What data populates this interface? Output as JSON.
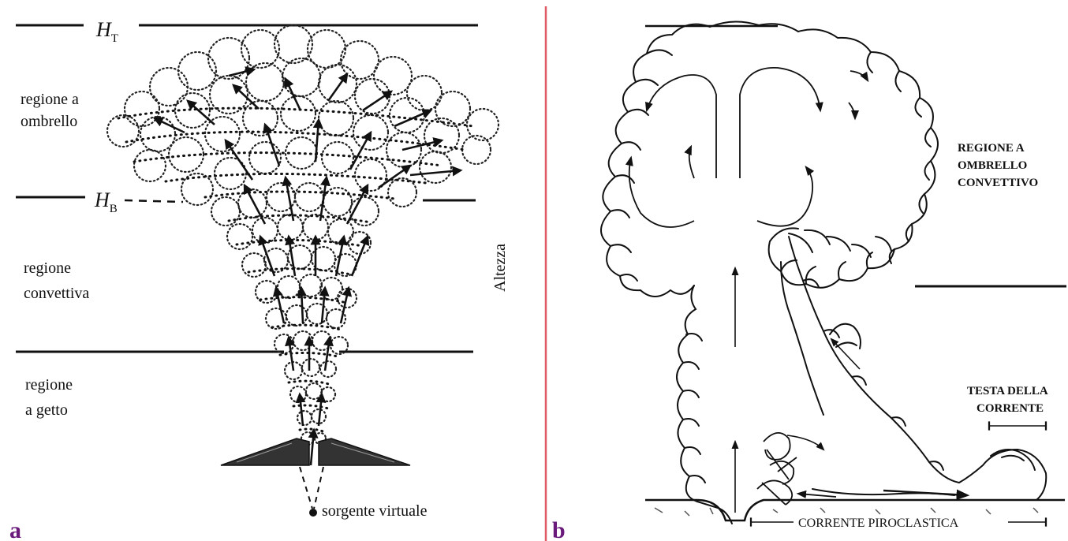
{
  "panel_a": {
    "letter": "a",
    "ht_label": "H",
    "ht_sub": "T",
    "hb_label": "H",
    "hb_sub": "B",
    "umbrella_line1": "regione a",
    "umbrella_line2": "ombrello",
    "convective_line1": "regione",
    "convective_line2": "convettiva",
    "jet_line1": "regione",
    "jet_line2": "a getto",
    "axis_label": "Altezza",
    "source_label": "sorgente virtuale"
  },
  "panel_b": {
    "letter": "b",
    "umbrella_line1": "REGIONE A",
    "umbrella_line2": "OMBRELLO",
    "umbrella_line3": "CONVETTIVO",
    "head_line1": "TESTA DELLA",
    "head_line2": "CORRENTE",
    "current_label": "CORRENTE PIROCLASTICA"
  },
  "colors": {
    "divider": "#e05a66",
    "panel_letter": "#6a1a7a",
    "ink": "#111111"
  }
}
